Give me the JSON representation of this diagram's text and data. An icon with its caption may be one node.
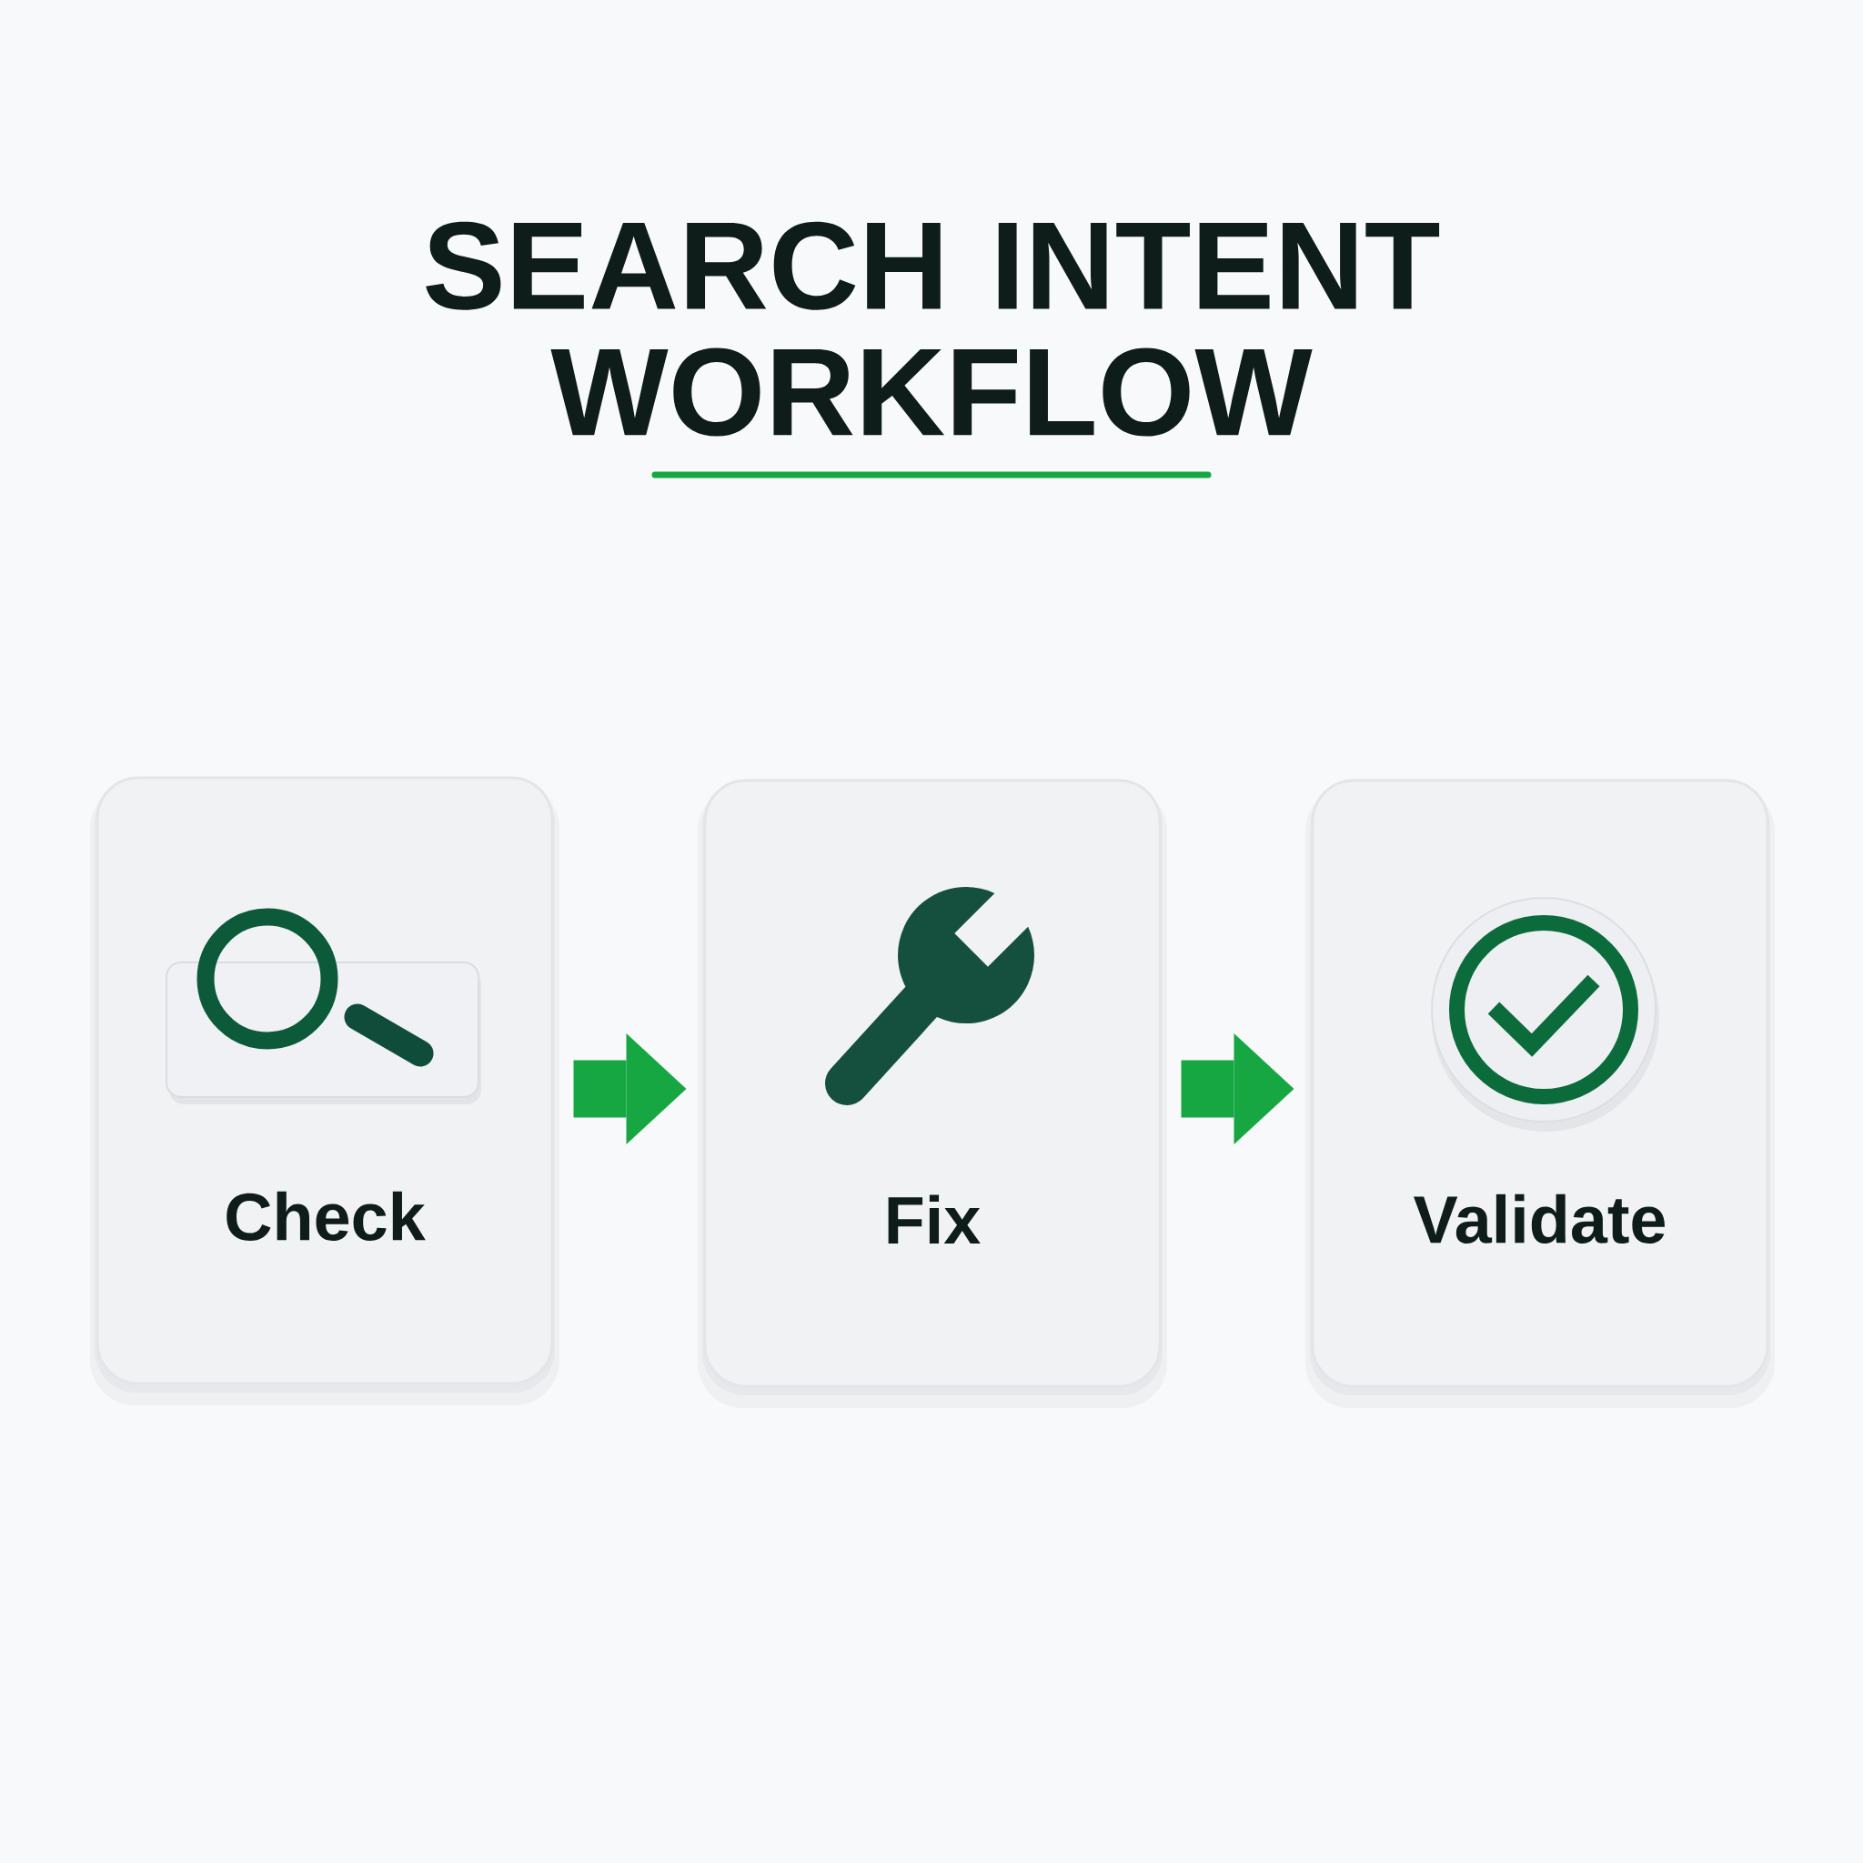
{
  "diagram": {
    "title": "SEARCH INTENT WORKFLOW",
    "nodes": [
      {
        "text": [
          "Check"
        ]
      },
      {
        "text": [
          "Fix"
        ]
      },
      {
        "text": [
          "Validate"
        ]
      }
    ],
    "edges": [
      {
        "from": 0,
        "to": 1,
        "arrow": "to"
      },
      {
        "from": 1,
        "to": 2,
        "arrow": "to"
      }
    ]
  }
}
